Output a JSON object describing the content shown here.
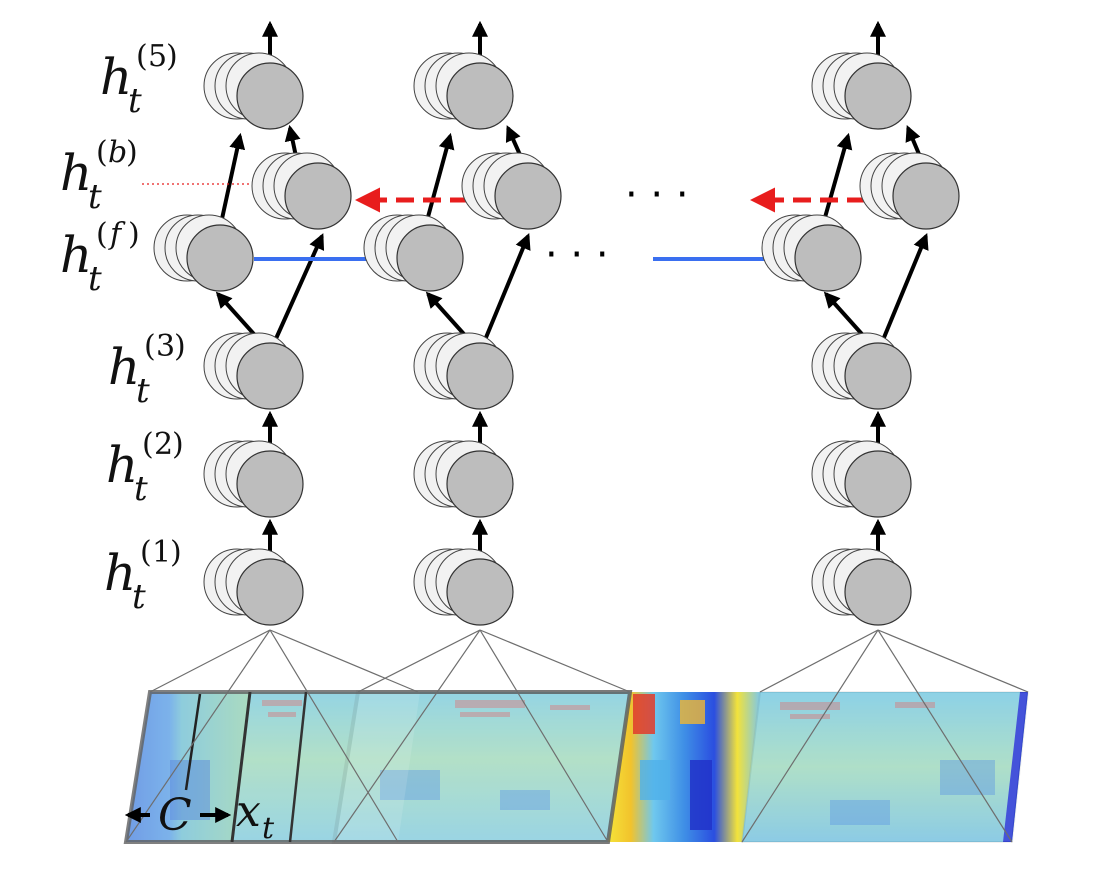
{
  "labels": {
    "layer5": {
      "base": "h",
      "sub": "t",
      "sup_open": "(",
      "sup": "5",
      "sup_close": ")"
    },
    "layer_b": {
      "base": "h",
      "sub": "t",
      "sup_open": "(",
      "sup": "b",
      "sup_close": ")"
    },
    "layer_f": {
      "base": "h",
      "sub": "t",
      "sup_open": "(",
      "sup": "f",
      "sup_close": ")"
    },
    "layer3": {
      "base": "h",
      "sub": "t",
      "sup_open": "(",
      "sup": "3",
      "sup_close": ")"
    },
    "layer2": {
      "base": "h",
      "sub": "t",
      "sup_open": "(",
      "sup": "2",
      "sup_close": ")"
    },
    "layer1": {
      "base": "h",
      "sub": "t",
      "sup_open": "(",
      "sup": "1",
      "sup_close": ")"
    }
  },
  "ellipsis": "· · ·",
  "context_label": "C",
  "input_label": {
    "base": "x",
    "sub": "t"
  },
  "colors": {
    "neuron_fill": "#bdbdbd",
    "neuron_back_fill": "#f2f2f2",
    "forward_arrow": "#3a6ff0",
    "backward_arrow": "#e81d1d",
    "arrow": "#000000"
  }
}
